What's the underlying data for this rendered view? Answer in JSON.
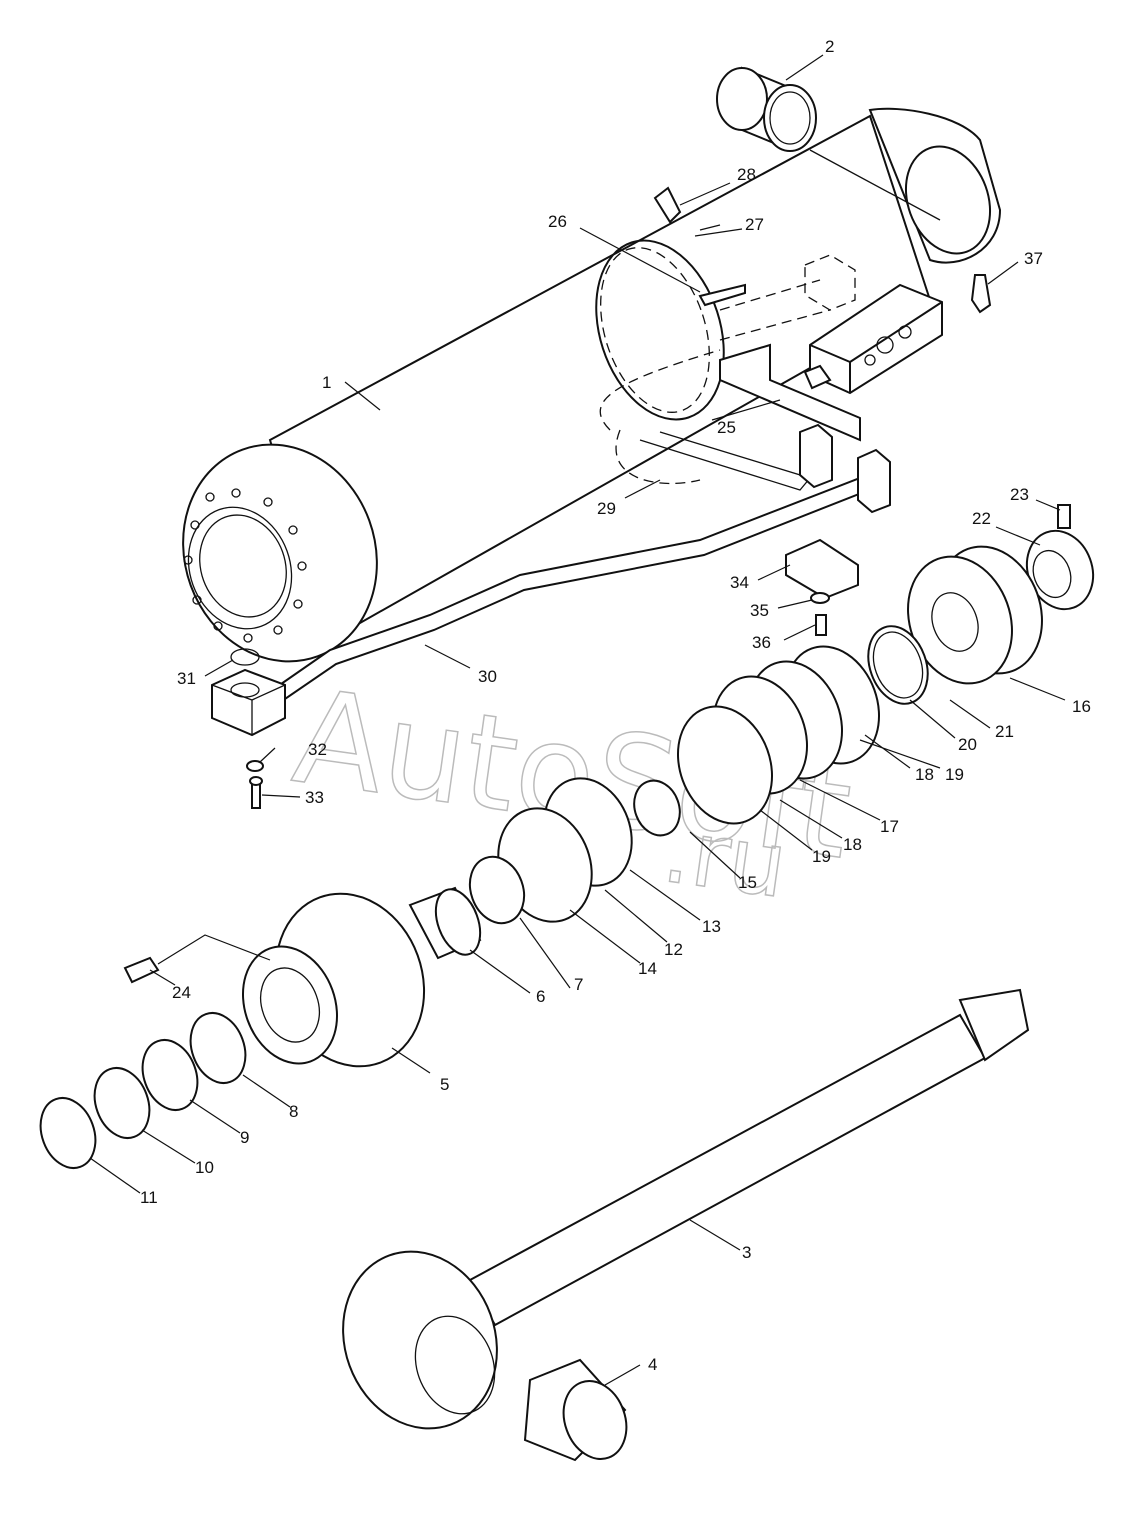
{
  "watermark": {
    "brand": "AutoSoft",
    "domain": ".ru"
  },
  "callouts": [
    {
      "label": "1"
    },
    {
      "label": "2"
    },
    {
      "label": "3"
    },
    {
      "label": "4"
    },
    {
      "label": "5"
    },
    {
      "label": "6"
    },
    {
      "label": "7"
    },
    {
      "label": "8"
    },
    {
      "label": "9"
    },
    {
      "label": "10"
    },
    {
      "label": "11"
    },
    {
      "label": "12"
    },
    {
      "label": "13"
    },
    {
      "label": "14"
    },
    {
      "label": "15"
    },
    {
      "label": "16"
    },
    {
      "label": "17"
    },
    {
      "label": "18"
    },
    {
      "label": "19"
    },
    {
      "label": "18"
    },
    {
      "label": "19"
    },
    {
      "label": "20"
    },
    {
      "label": "21"
    },
    {
      "label": "22"
    },
    {
      "label": "23"
    },
    {
      "label": "24"
    },
    {
      "label": "25"
    },
    {
      "label": "26"
    },
    {
      "label": "27"
    },
    {
      "label": "28"
    },
    {
      "label": "29"
    },
    {
      "label": "30"
    },
    {
      "label": "31"
    },
    {
      "label": "32"
    },
    {
      "label": "33"
    },
    {
      "label": "34"
    },
    {
      "label": "35"
    },
    {
      "label": "36"
    },
    {
      "label": "37"
    }
  ]
}
